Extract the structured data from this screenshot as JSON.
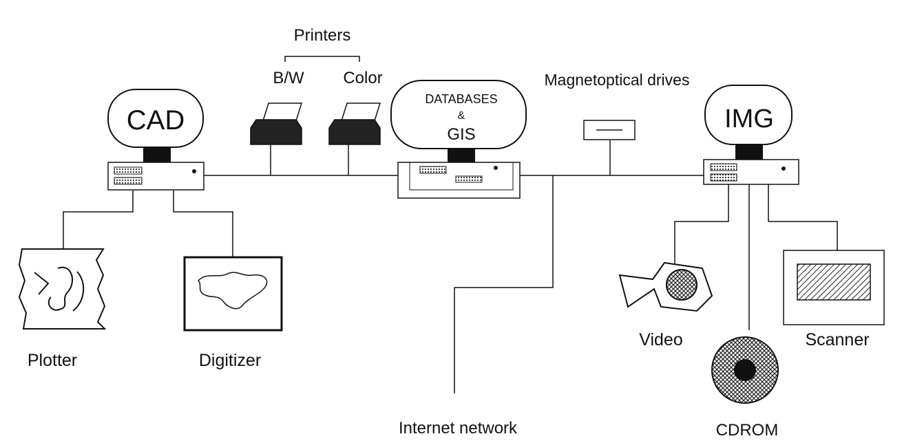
{
  "labels": {
    "printers": "Printers",
    "bw": "B/W",
    "color": "Color",
    "magnetoptical": "Magnetoptical drives",
    "cad": "CAD",
    "img": "IMG",
    "db_line1": "DATABASES",
    "db_line2": "&",
    "db_line3": "GIS",
    "plotter": "Plotter",
    "digitizer": "Digitizer",
    "internet": "Internet  network",
    "video": "Video",
    "cdrom": "CDROM",
    "scanner": "Scanner"
  },
  "colors": {
    "ink": "#111111",
    "printer_body": "#222222",
    "hatch": "#333333"
  }
}
